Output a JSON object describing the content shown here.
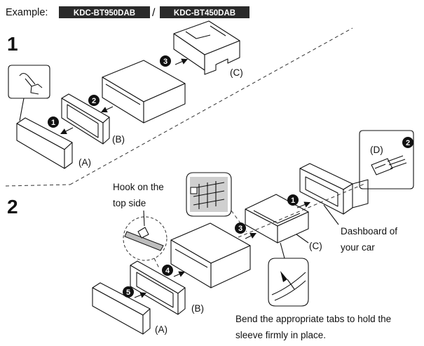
{
  "header": {
    "prefix": "Example:",
    "model_a": "KDC-BT950DAB",
    "separator": "/",
    "model_b": "KDC-BT450DAB"
  },
  "steps": {
    "section_1": "1",
    "section_2": "2"
  },
  "badges": [
    "1",
    "2",
    "3",
    "1",
    "2",
    "3",
    "4",
    "5"
  ],
  "labels": {
    "a_top": "(A)",
    "b_top": "(B)",
    "c_top": "(C)",
    "d": "(D)",
    "c_bottom": "(C)",
    "b_bottom": "(B)",
    "a_bottom": "(A)"
  },
  "captions": {
    "hook_line1": "Hook on the",
    "hook_line2": "top side",
    "dashboard_line1": "Dashboard of",
    "dashboard_line2": "your car",
    "bend_line1": "Bend the appropriate tabs to hold the",
    "bend_line2": "sleeve firmly in place."
  },
  "icons": {
    "hand": "hand-press-icon",
    "arrow": "arrow-icon"
  }
}
